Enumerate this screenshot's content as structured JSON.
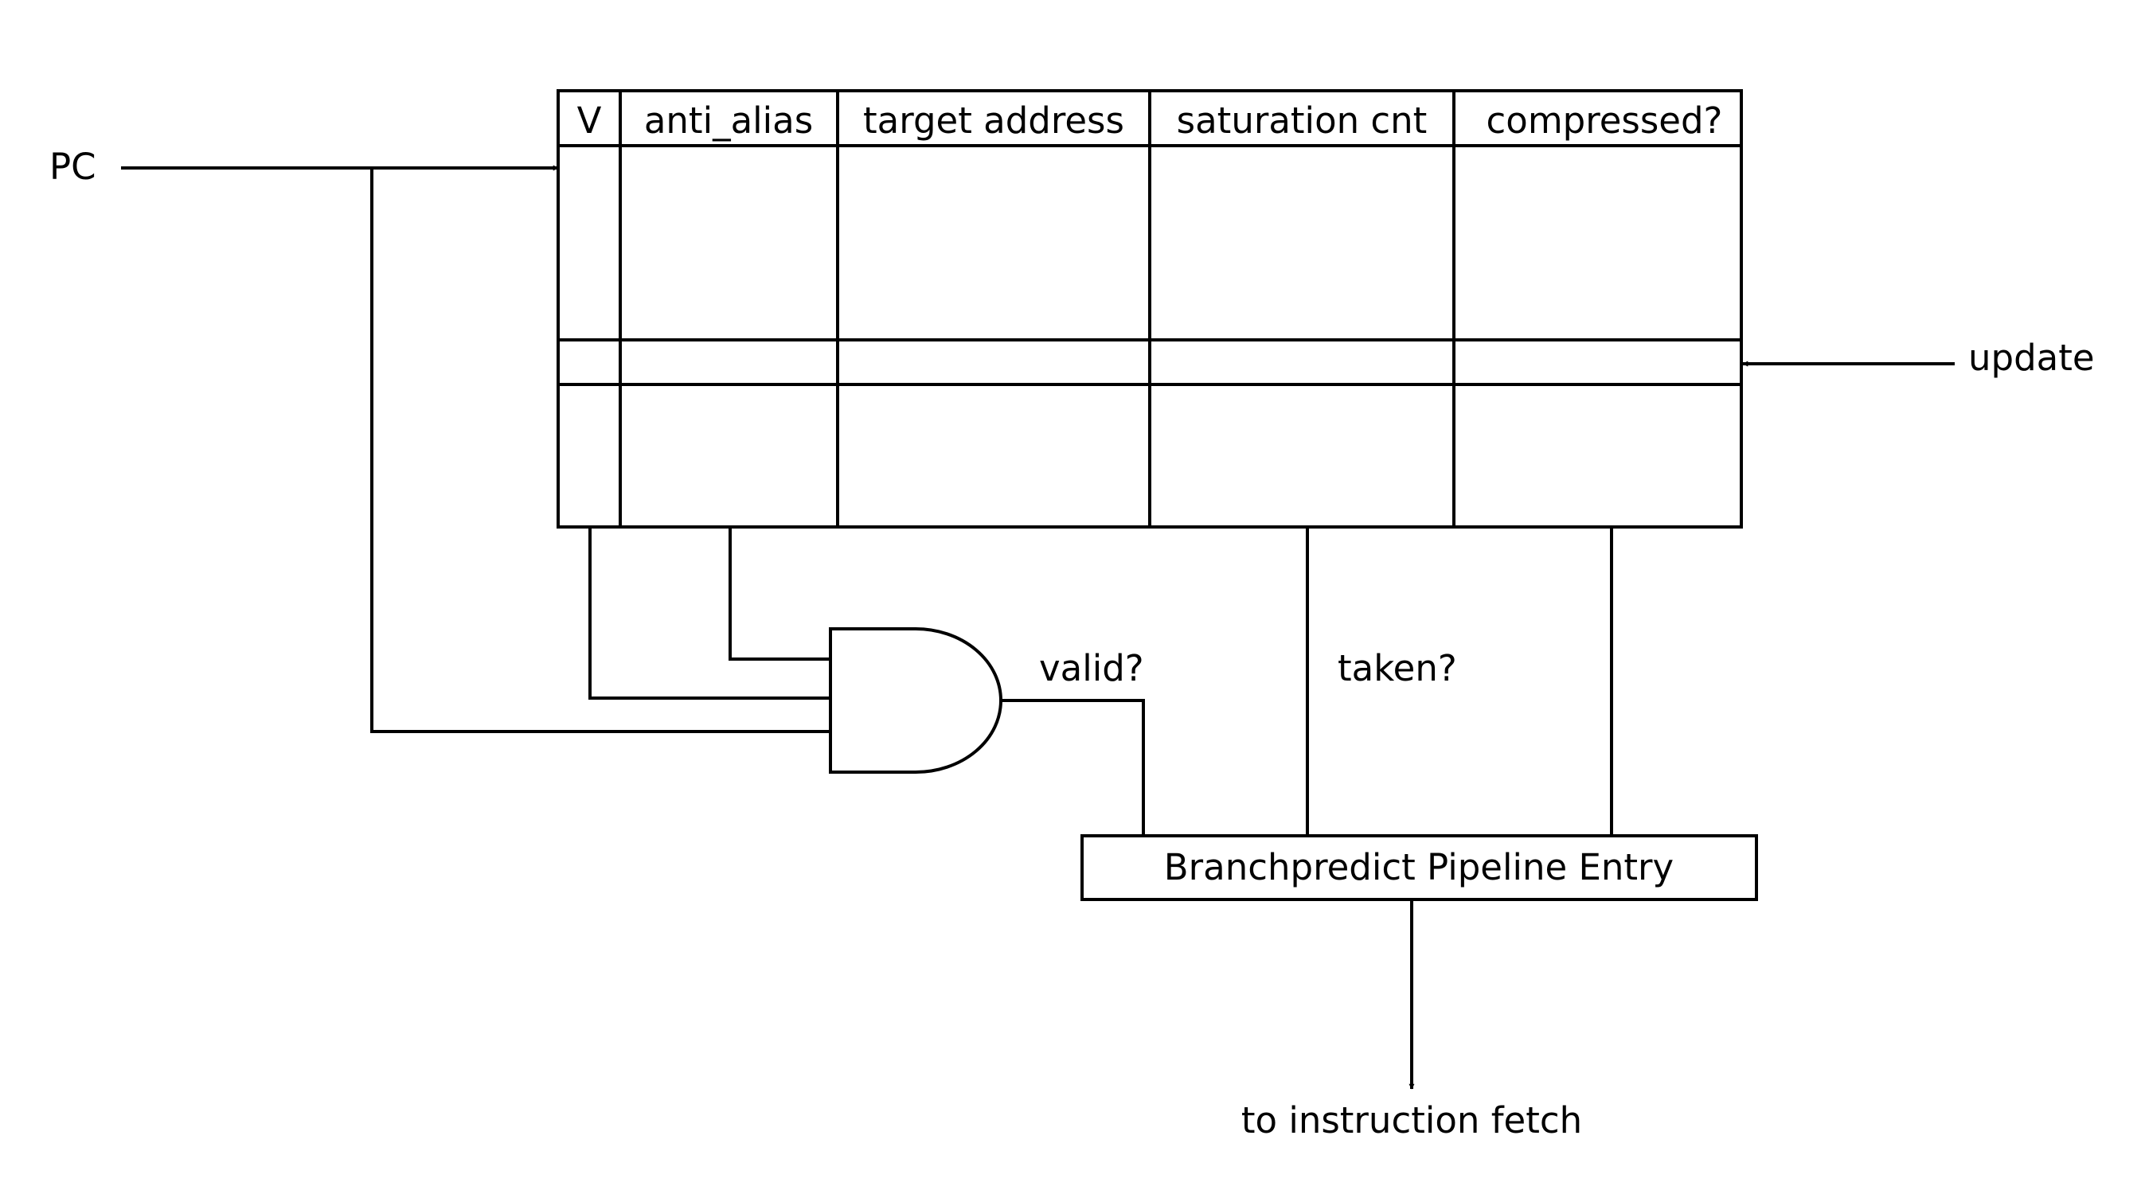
{
  "table": {
    "columns": [
      "V",
      "anti_alias",
      "target address",
      "saturation cnt",
      "compressed?"
    ]
  },
  "labels": {
    "pc": "PC",
    "update": "update",
    "valid": "valid?",
    "taken": "taken?",
    "pipeline_entry": "Branchpredict Pipeline Entry",
    "instruction_fetch": "to instruction fetch"
  }
}
